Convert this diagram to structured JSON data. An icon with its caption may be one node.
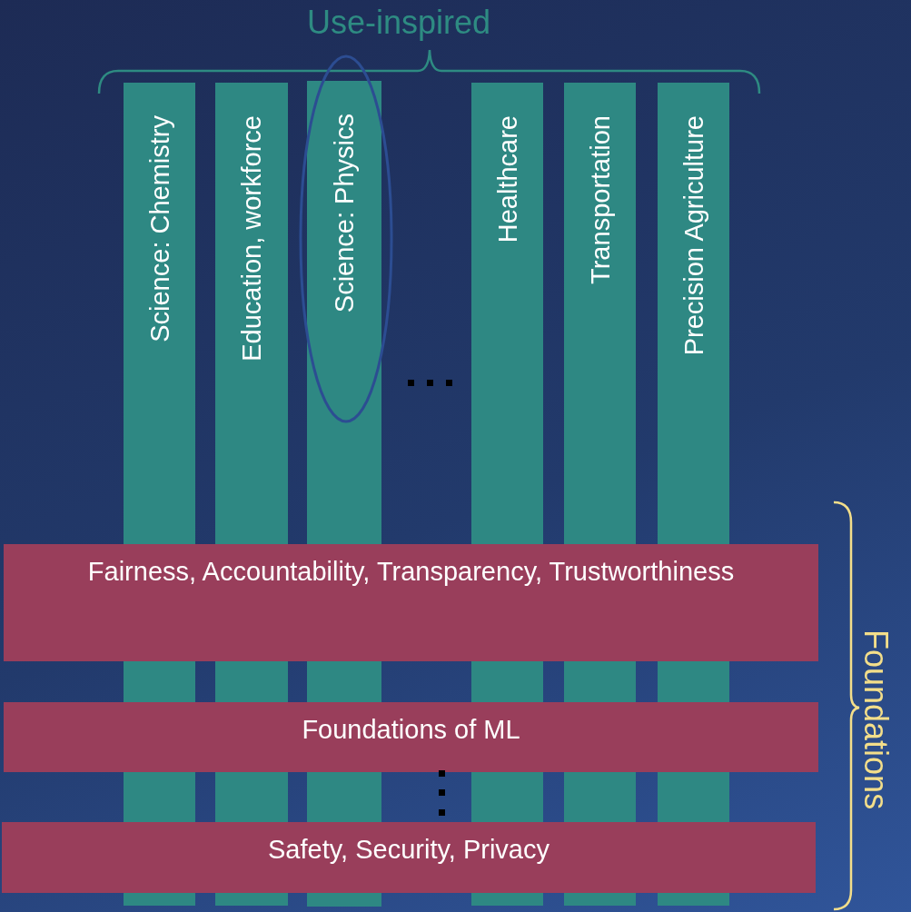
{
  "diagram": {
    "nodes": [
      {
        "text": [
          "Science: Chemistry"
        ]
      },
      {
        "text": [
          "Education, workforce"
        ]
      },
      {
        "text": [
          "Science: Physics"
        ]
      },
      {
        "text": [
          "Healthcare"
        ]
      },
      {
        "text": [
          "Transportation"
        ]
      },
      {
        "text": [
          "Precision Agriculture"
        ]
      },
      {
        "text": [
          "Fairness, Accountability, Transparency, Trustworthiness"
        ]
      },
      {
        "text": [
          "Foundations of ML"
        ]
      },
      {
        "text": [
          "Safety, Security, Privacy"
        ]
      }
    ],
    "labels": [
      "Use-inspired",
      "Foundations"
    ]
  }
}
